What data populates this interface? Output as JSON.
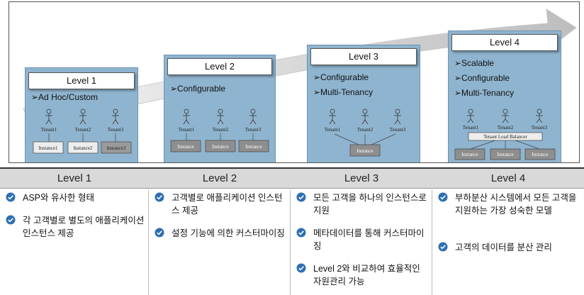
{
  "levels": [
    {
      "title": "Level 1",
      "features": [
        "➢Ad Hoc/Custom"
      ],
      "tenants": [
        "Tenant1",
        "Tenant2",
        "Tenant3"
      ],
      "instances": [
        "Instance1",
        "Instance2",
        "Instance3"
      ],
      "load_balancer": ""
    },
    {
      "title": "Level 2",
      "features": [
        "➢Configurable"
      ],
      "tenants": [
        "Tenant1",
        "Tenant2",
        "Tenant3"
      ],
      "instances": [
        "Instance",
        "Instance",
        "Instance"
      ],
      "load_balancer": ""
    },
    {
      "title": "Level 3",
      "features": [
        "➢Configurable",
        "➢Multi-Tenancy"
      ],
      "tenants": [
        "Tenant1",
        "Tenant2",
        "Tenant3"
      ],
      "instances": [
        "Instance"
      ],
      "load_balancer": ""
    },
    {
      "title": "Level 4",
      "features": [
        "➢Scalable",
        "➢Configurable",
        "➢Multi-Tenancy"
      ],
      "tenants": [
        "Tenant1",
        "Tenant2",
        "Tenant3"
      ],
      "instances": [
        "Instance",
        "Instance",
        "Instance"
      ],
      "load_balancer": "Tenant Load Balancer"
    }
  ],
  "table": [
    {
      "header": "Level 1",
      "items": [
        "ASP와 유사한 형태",
        "각 고객별로 별도의 애플리케이션 인스턴스 제공"
      ]
    },
    {
      "header": "Level 2",
      "items": [
        "고객별로 애플리케이션 인스턴스 제공",
        "설정 기능에 의한 커스터마이징"
      ]
    },
    {
      "header": "Level 3",
      "items": [
        "모든 고객을 하나의 인스턴스로 지원",
        "메타데이터를 통해 커스터마이징",
        "Level 2와 비교하여 효율적인 자원관리 가능"
      ]
    },
    {
      "header": "Level 4",
      "items": [
        "부하분산 시스템에서 모든 고객을 지원하는 가장 성숙한 모델",
        "고객의 데이터를 분산 관리"
      ]
    }
  ],
  "colors": {
    "card": "#8fb4cf",
    "arrow": "#d0d0d0",
    "check": "#2e6fb3",
    "header": "#d9d9d9"
  },
  "icons": {
    "check": "check-circle-icon",
    "actor": "stick-figure-icon"
  }
}
